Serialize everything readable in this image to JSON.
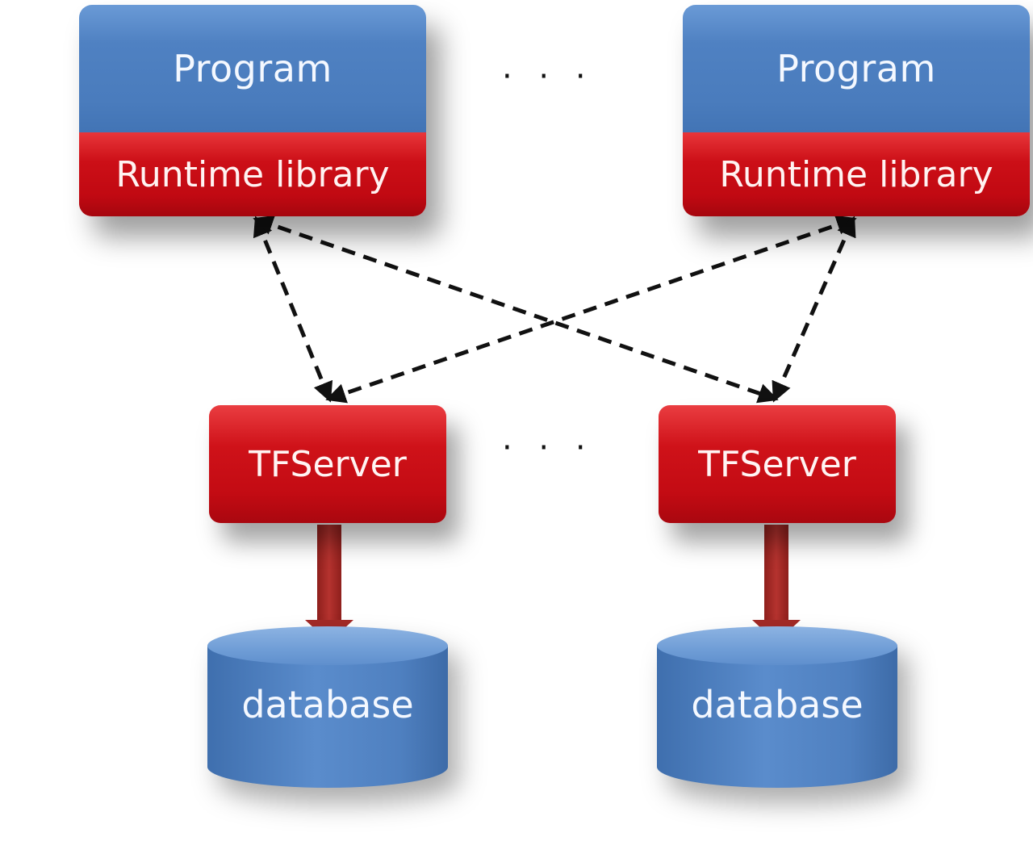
{
  "diagram": {
    "clients": [
      {
        "program_label": "Program",
        "runtime_label": "Runtime library"
      },
      {
        "program_label": "Program",
        "runtime_label": "Runtime library"
      }
    ],
    "servers": [
      {
        "label": "TFServer"
      },
      {
        "label": "TFServer"
      }
    ],
    "databases": [
      {
        "label": "database"
      },
      {
        "label": "database"
      }
    ],
    "ellipsis_top": "· · ·",
    "ellipsis_middle": "· · ·",
    "colors": {
      "program_blue": "#4f81c2",
      "runtime_red": "#c10912",
      "server_red": "#c30b13",
      "database_blue": "#4f80c0",
      "connector_dashed": "#111111",
      "db_arrow": "#a32a27"
    }
  }
}
